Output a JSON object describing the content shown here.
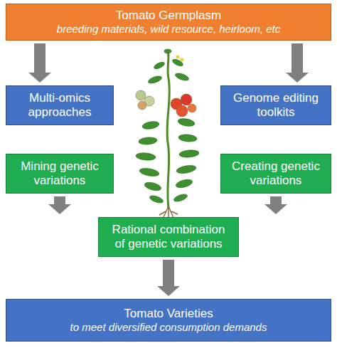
{
  "diagram": {
    "nodes": [
      {
        "text": [
          "Tomato Germplasm",
          "breeding materials, wild resource, heirloom, etc"
        ]
      },
      {
        "text": [
          "Multi-omics approaches"
        ]
      },
      {
        "text": [
          "Genome editing toolkits"
        ]
      },
      {
        "text": [
          "Mining genetic variations"
        ]
      },
      {
        "text": [
          "Creating genetic variations"
        ]
      },
      {
        "text": [
          "Rational combination of genetic variations"
        ]
      },
      {
        "text": [
          "Tomato Varieties",
          "to meet diversified consumption demands"
        ]
      }
    ],
    "edges": [
      {
        "from": 0,
        "to": 1,
        "arrow": "to"
      },
      {
        "from": 0,
        "to": 2,
        "arrow": "to"
      },
      {
        "from": 3,
        "to": 5,
        "arrow": "to"
      },
      {
        "from": 4,
        "to": 5,
        "arrow": "to"
      },
      {
        "from": 5,
        "to": 6,
        "arrow": "to"
      }
    ]
  }
}
